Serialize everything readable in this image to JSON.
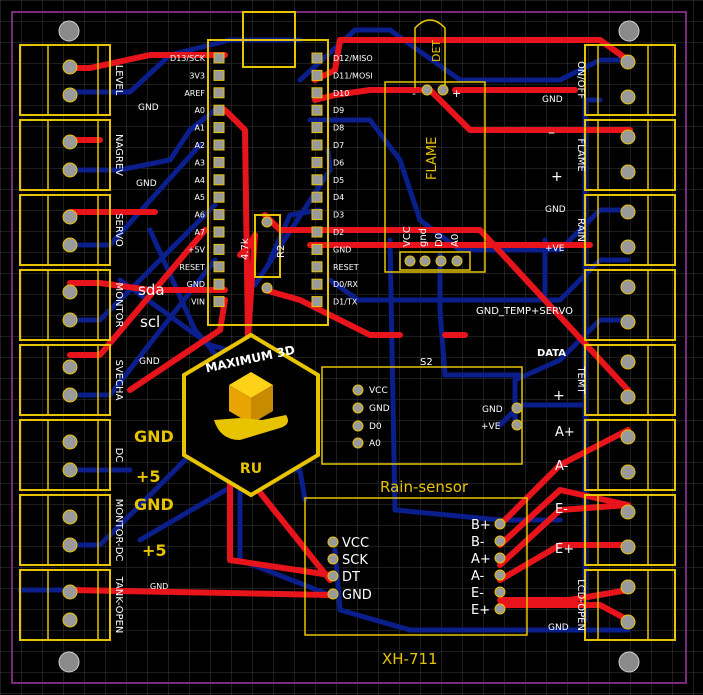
{
  "colors": {
    "background": "#000000",
    "grid": "#3a3a3a",
    "board_outline": "#7a2a7a",
    "top_copper": "#e8141c",
    "bottom_copper": "#0a1e8c",
    "silkscreen": "#e8c400",
    "pad": "#a8a8a8",
    "label_white": "#ffffff"
  },
  "terminals_left": [
    "LEVEL",
    "NAGREV",
    "SERVO",
    "MONTOR",
    "SVECHA",
    "DC",
    "MONTOR-DC",
    "TANK-OPEN"
  ],
  "terminals_right": [
    "ON/OFF",
    "FLAME",
    "RAIN",
    "GND_TEMP+SERVO",
    "TEMT",
    "A+",
    "A-",
    "E-",
    "E+",
    "LCD-OPEN"
  ],
  "arduino": {
    "left_pins": [
      "D13/SCK",
      "3V3",
      "AREF",
      "A0",
      "A1",
      "A2",
      "A3",
      "A4",
      "A5",
      "A6",
      "A7",
      "+5V",
      "RESET",
      "GND",
      "VIN"
    ],
    "right_pins": [
      "D12/MISO",
      "D11/MOSI",
      "D10",
      "D9",
      "D8",
      "D7",
      "D6",
      "D5",
      "D4",
      "D3",
      "D2",
      "GND",
      "RESET",
      "D0/RX",
      "D1/TX"
    ]
  },
  "resistor": {
    "value": "4.7k",
    "ref": "R2"
  },
  "flame": {
    "title": "FLAME",
    "det": "DET",
    "pins": [
      "VCC",
      "gnd",
      "D0",
      "A0"
    ],
    "led_marks": [
      "-",
      "+"
    ]
  },
  "s2": {
    "ref": "S2",
    "pins": [
      "VCC",
      "GND",
      "D0",
      "A0"
    ]
  },
  "rain_sensor": {
    "title": "Rain-sensor",
    "pins": [
      "GND",
      "+VE"
    ]
  },
  "hx711": {
    "title": "XH-711",
    "left_pins": [
      "VCC",
      "SCK",
      "DT",
      "GND"
    ],
    "right_pins": [
      "B+",
      "B-",
      "A+",
      "A-",
      "E-",
      "E+"
    ]
  },
  "logo": {
    "line1": "MAXIMUM 3D",
    "line2": "RU"
  },
  "labels": {
    "gnd": "GND",
    "plus5": "+5",
    "sda": "sda",
    "scl": "scl",
    "gnd_big": "GND",
    "plus5_big": "+5",
    "minus": "–",
    "plus": "+",
    "data": "DATA",
    "plus_ve": "+VE",
    "rain_gnd": "GND",
    "temp_plus": "+"
  }
}
